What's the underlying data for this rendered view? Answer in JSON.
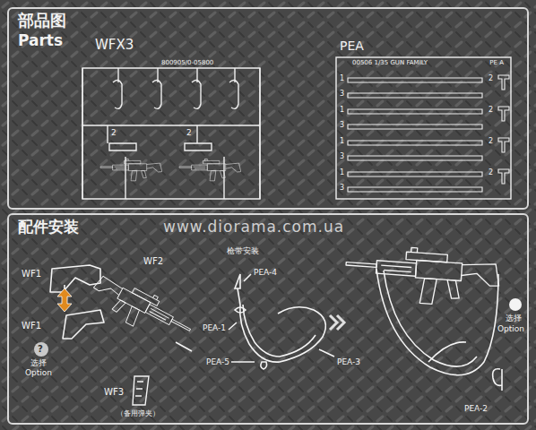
{
  "diagram": {
    "nodes": [
      {
        "text": [
          "部品图",
          "Parts"
        ]
      },
      {
        "text": [
          "PEA",
          "00506 1/35 GUN FAMILY",
          "PE A"
        ],
        "in": 0
      },
      {
        "text": [
          "配件安装"
        ]
      }
    ],
    "labels": [
      "WFX3",
      "800905/0-05800",
      "2",
      "2",
      "1",
      "3",
      "1",
      "3",
      "1",
      "3",
      "1",
      "3",
      "2",
      "2",
      "2",
      "2",
      "www.diorama.com.ua",
      "WF1",
      "WF2",
      "WF1",
      "?",
      "选择",
      "Option",
      "WF3",
      "（备用弹夹）",
      "枪带安装",
      "PEA-4",
      "PEA-1",
      "PEA-5",
      "PEA-3",
      "选择",
      "Option",
      "PEA-2"
    ]
  }
}
